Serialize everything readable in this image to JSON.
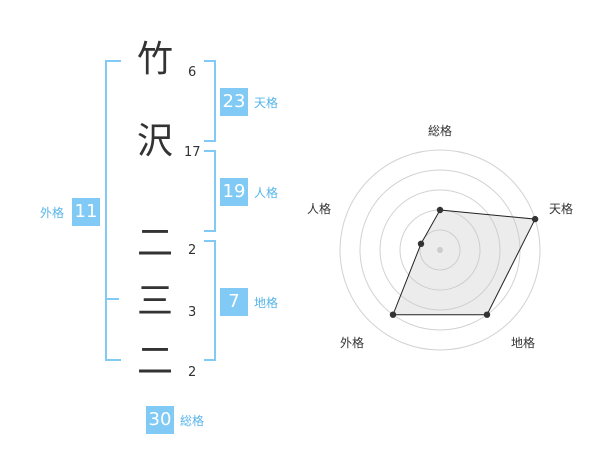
{
  "name": {
    "characters": [
      {
        "char": "竹",
        "strokes": "6"
      },
      {
        "char": "沢",
        "strokes": "17"
      },
      {
        "char": "二",
        "strokes": "2"
      },
      {
        "char": "三",
        "strokes": "3"
      },
      {
        "char": "二",
        "strokes": "2"
      }
    ]
  },
  "fortunes": {
    "tenkaku": {
      "value": "23",
      "label": "天格"
    },
    "jinkaku": {
      "value": "19",
      "label": "人格"
    },
    "chikaku": {
      "value": "7",
      "label": "地格"
    },
    "gaikaku": {
      "value": "11",
      "label": "外格"
    },
    "soukaku": {
      "value": "30",
      "label": "総格"
    }
  },
  "colors": {
    "accent": "#80caf5",
    "accent_text": "#57b4ea",
    "text": "#333333"
  },
  "chart_data": {
    "type": "radar",
    "axes": [
      "総格",
      "天格",
      "地格",
      "外格",
      "人格"
    ],
    "values": [
      2,
      5,
      4,
      4,
      1
    ],
    "rmax": 5,
    "grid": "on"
  }
}
